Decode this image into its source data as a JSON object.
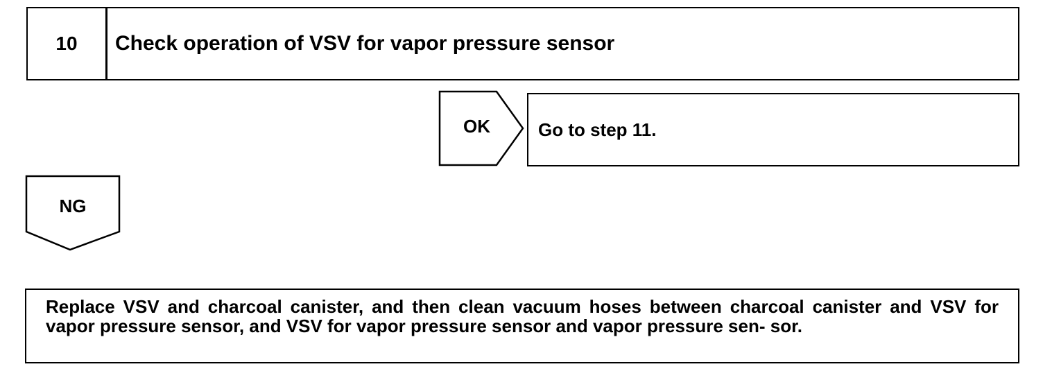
{
  "step": {
    "number": "10",
    "title": "Check operation of VSV for vapor pressure sensor"
  },
  "ok_branch": {
    "label": "OK",
    "action": "Go to step 11."
  },
  "ng_branch": {
    "label": "NG",
    "action": "Replace VSV and charcoal canister, and then clean vacuum hoses between charcoal canister and VSV for vapor pressure sensor, and VSV for vapor pressure sensor and vapor pressure sen- sor."
  }
}
